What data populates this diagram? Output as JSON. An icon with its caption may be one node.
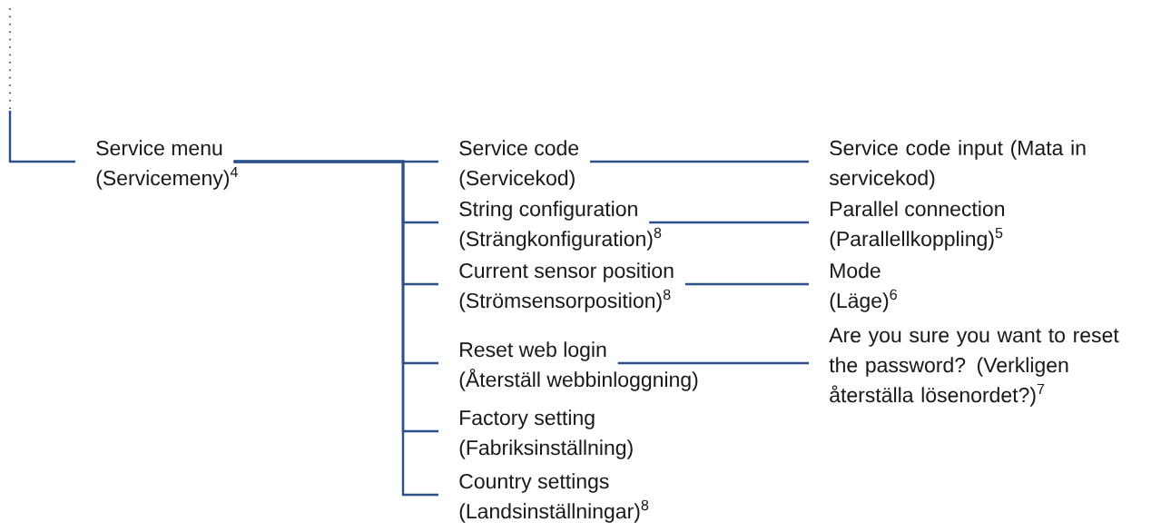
{
  "diagram": {
    "nodes": [
      {
        "text": [
          "Service menu",
          "(Servicemeny)$^{4}$"
        ]
      },
      {
        "text": [
          "Service code",
          "(Servicekod)"
        ]
      },
      {
        "text": [
          "String configuration",
          "(Strängkonfiguration)$^{8}$"
        ]
      },
      {
        "text": [
          "Current sensor position",
          "(Strömsensorposition)$^{8}$"
        ]
      },
      {
        "text": [
          "Reset web login",
          "(Återställ webbinloggning)"
        ]
      },
      {
        "text": [
          "Factory setting",
          "(Fabriksinställning)"
        ]
      },
      {
        "text": [
          "Country settings",
          "(Landsinställningar)$^{8}$"
        ]
      },
      {
        "text": [
          "Service code input (Mata in servicekod)"
        ]
      },
      {
        "text": [
          "Parallel connection",
          "(Parallellkoppling)$^{5}$"
        ]
      },
      {
        "text": [
          "Mode",
          "(Läge)$^{6}$"
        ]
      },
      {
        "text": [
          "Are you sure you want to reset the password? (Verkligen återställa lösenordet?)$^{7}$"
        ]
      }
    ],
    "edges": [
      {
        "from": null,
        "to": 0,
        "arrow": "none"
      },
      {
        "from": 0,
        "to": 1,
        "arrow": "none"
      },
      {
        "from": 0,
        "to": 2,
        "arrow": "none"
      },
      {
        "from": 0,
        "to": 3,
        "arrow": "none"
      },
      {
        "from": 0,
        "to": 4,
        "arrow": "none"
      },
      {
        "from": 0,
        "to": 5,
        "arrow": "none"
      },
      {
        "from": 0,
        "to": 6,
        "arrow": "none"
      },
      {
        "from": 1,
        "to": 7,
        "arrow": "none"
      },
      {
        "from": 2,
        "to": 8,
        "arrow": "none"
      },
      {
        "from": 3,
        "to": 9,
        "arrow": "none"
      },
      {
        "from": 4,
        "to": 10,
        "arrow": "none"
      }
    ]
  }
}
